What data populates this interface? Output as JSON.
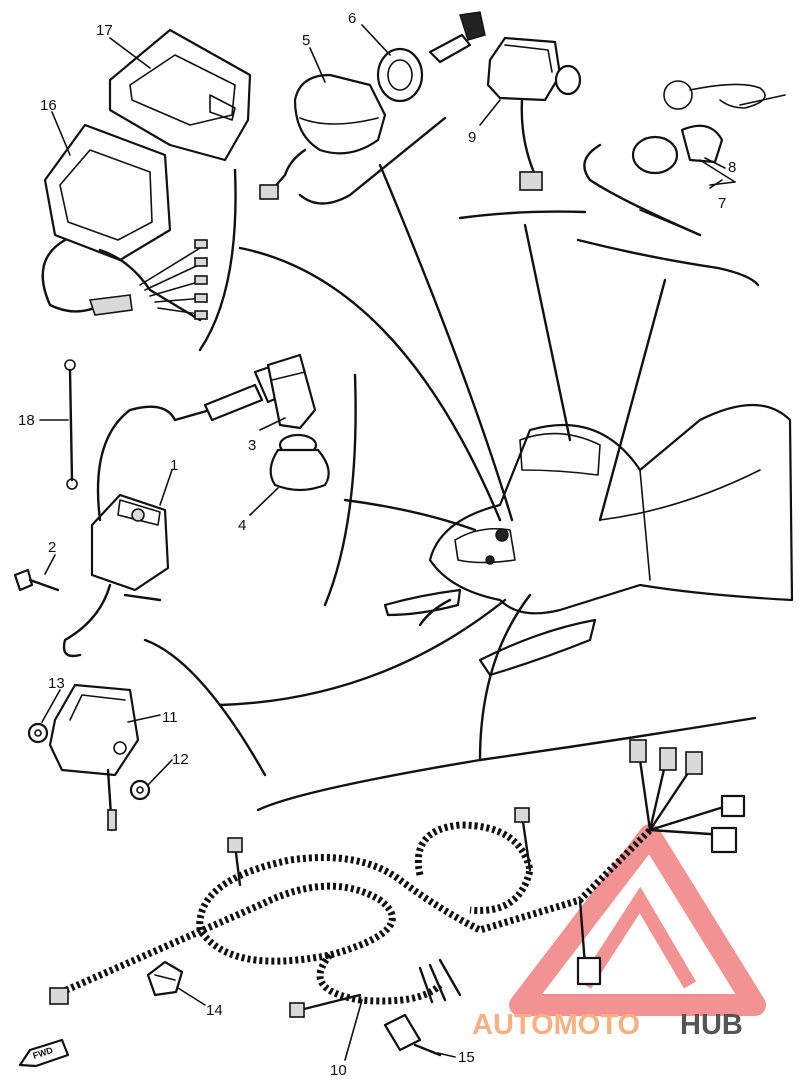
{
  "callouts": {
    "p1": "1",
    "p2": "2",
    "p3": "3",
    "p4": "4",
    "p5": "5",
    "p6": "6",
    "p7": "7",
    "p8": "8",
    "p9": "9",
    "p10": "10",
    "p11": "11",
    "p12": "12",
    "p13": "13",
    "p14": "14",
    "p15": "15",
    "p16": "16",
    "p17": "17",
    "p18": "18"
  },
  "direction_marker": "FWD",
  "watermark": {
    "word_a": "AUTOMOTO",
    "word_b": "HUB",
    "color_a": "#f5b183",
    "color_b": "#555555",
    "logo_color": "#f08080"
  }
}
